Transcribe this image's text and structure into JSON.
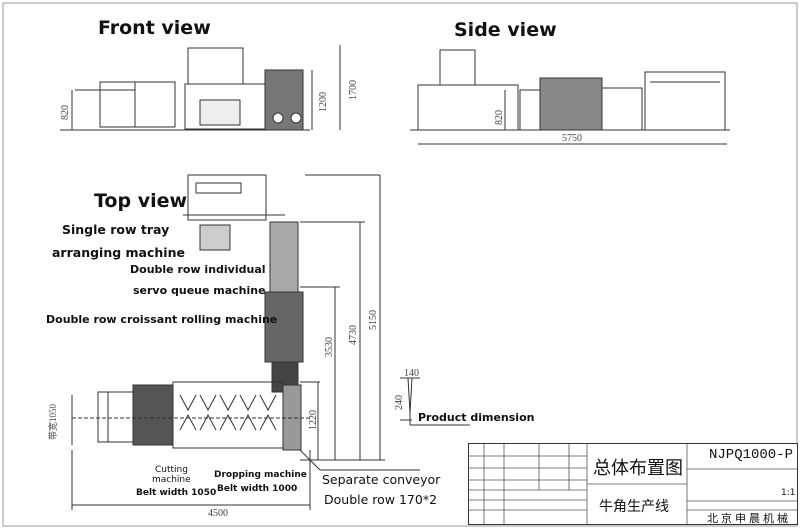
{
  "views": {
    "front": "Front view",
    "side": "Side view",
    "top": "Top view"
  },
  "labels": {
    "single_row_1": "Single row tray",
    "single_row_2": "arranging machine",
    "servo_1": "Double row individual",
    "servo_2": "servo queue machine",
    "rolling": "Double row croissant rolling machine",
    "product_dim": "Product dimension",
    "cutting_1": "Cutting",
    "cutting_2": "machine",
    "cutting_belt": "Belt width 1050",
    "dropping": "Dropping machine",
    "dropping_belt": "Belt width 1000",
    "separate": "Separate conveyor",
    "double_row": "Double row 170*2"
  },
  "dimensions": {
    "front_1700": "1700",
    "front_1200": "1200",
    "front_820": "820",
    "side_820": "820",
    "side_5750": "5750",
    "top_5150": "5150",
    "top_4730": "4730",
    "top_3530": "3530",
    "top_1220": "1220",
    "top_belt": "带宽1050",
    "top_4500": "4500",
    "prod_140": "140",
    "prod_240": "240"
  },
  "title_block": {
    "title": "总体布置图",
    "subtitle": "牛角生产线",
    "code": "NJPQ1000-P",
    "scale": "1:1",
    "company": "北京申晨机械"
  }
}
